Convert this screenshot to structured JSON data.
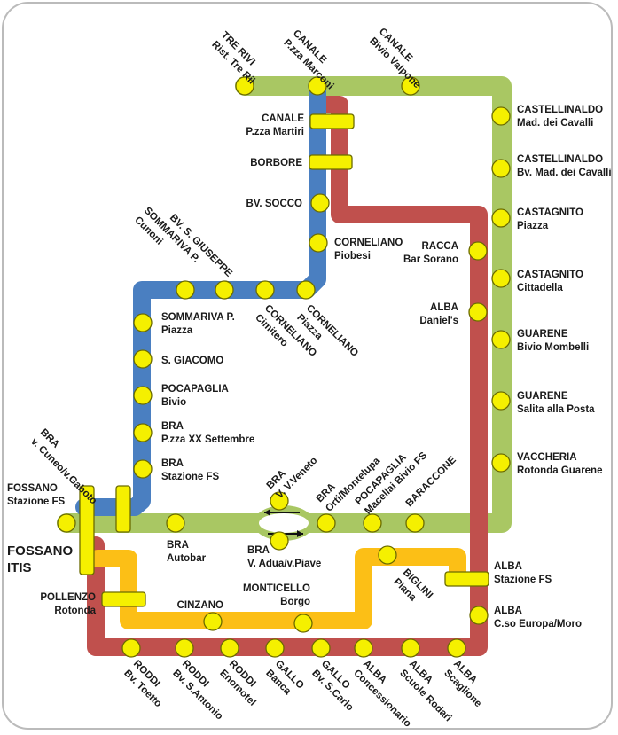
{
  "colors": {
    "green": "#a9c763",
    "blue": "#4a7fc1",
    "red": "#c0504d",
    "orange": "#fcbf16",
    "stop_fill": "#f5f000",
    "text": "#1a1a1a"
  },
  "lines": [
    {
      "name": "green-line",
      "color": "green"
    },
    {
      "name": "blue-line",
      "color": "blue"
    },
    {
      "name": "red-line",
      "color": "red"
    },
    {
      "name": "orange-line",
      "color": "orange"
    }
  ],
  "stops": {
    "tre_rivi": [
      "TRE RIVI",
      "Rist. Tre Rii"
    ],
    "canale_marconi": [
      "CANALE",
      "P.zza Marconi"
    ],
    "canale_valpone": [
      "CANALE",
      "Bivio Valpone"
    ],
    "canale_martiri": [
      "CANALE",
      "P.zza Martiri"
    ],
    "borbore": [
      "BORBORE"
    ],
    "bv_socco": [
      "BV. SOCCO"
    ],
    "corneliano_piobesi": [
      "CORNELIANO",
      "Piobesi"
    ],
    "racca": [
      "RACCA",
      "Bar Sorano"
    ],
    "alba_daniels": [
      "ALBA",
      "Daniel's"
    ],
    "sommariva_cunoni": [
      "SOMMARIVA P.",
      "Cunoni"
    ],
    "bv_s_giuseppe": [
      "BV. S. GIUSEPPE"
    ],
    "corneliano_cimitero": [
      "CORNELIANO",
      "Cimitero"
    ],
    "corneliano_piazza": [
      "CORNELIANO",
      "Piazza"
    ],
    "sommariva_piazza": [
      "SOMMARIVA P.",
      "Piazza"
    ],
    "s_giacomo": [
      "S. GIACOMO"
    ],
    "pocapaglia_bivio": [
      "POCAPAGLIA",
      "Bivio"
    ],
    "bra_xx": [
      "BRA",
      "P.zza XX Settembre"
    ],
    "bra_stazione": [
      "BRA",
      "Stazione FS"
    ],
    "bra_cuneo": [
      "BRA",
      "v. Cuneo/v.Gaboto"
    ],
    "fossano_stazione": [
      "FOSSANO",
      "Stazione FS"
    ],
    "fossano_itis": [
      "FOSSANO",
      "ITIS"
    ],
    "bra_autobar": [
      "BRA",
      "Autobar"
    ],
    "bra_veneto": [
      "BRA",
      "V. V.Veneto"
    ],
    "bra_adua": [
      "BRA",
      "V. Adua/v.Piave"
    ],
    "bra_orti": [
      "BRA",
      "Orti/Montelupa"
    ],
    "pocapaglia_macellai": [
      "POCAPAGLIA",
      "Macellai Bivio FS"
    ],
    "baraccone": [
      "BARACCONE"
    ],
    "castellinaldo_mad": [
      "CASTELLINALDO",
      "Mad. dei Cavalli"
    ],
    "castellinaldo_bv": [
      "CASTELLINALDO",
      "Bv. Mad. dei Cavalli"
    ],
    "castagnito_piazza": [
      "CASTAGNITO",
      "Piazza"
    ],
    "castagnito_cittadella": [
      "CASTAGNITO",
      "Cittadella"
    ],
    "guarene_mombelli": [
      "GUARENE",
      "Bivio Mombelli"
    ],
    "guarene_salita": [
      "GUARENE",
      "Salita alla Posta"
    ],
    "vaccheria": [
      "VACCHERIA",
      "Rotonda Guarene"
    ],
    "alba_stazione": [
      "ALBA",
      "Stazione FS"
    ],
    "alba_europa": [
      "ALBA",
      "C.so Europa/Moro"
    ],
    "pollenzo": [
      "POLLENZO",
      "Rotonda"
    ],
    "cinzano": [
      "CINZANO"
    ],
    "monticello": [
      "MONTICELLO",
      "Borgo"
    ],
    "biglini": [
      "BIGLINI",
      "Piana"
    ],
    "roddi_toetto": [
      "RODDI",
      "Bv. Toetto"
    ],
    "roddi_antonio": [
      "RODDI",
      "Bv. S.Antonio"
    ],
    "roddi_enomotel": [
      "RODDI",
      "Enomotel"
    ],
    "gallo_banca": [
      "GALLO",
      "Banca"
    ],
    "gallo_carlo": [
      "GALLO",
      "Bv. S.Carlo"
    ],
    "alba_concessionario": [
      "ALBA",
      "Concessionario"
    ],
    "alba_rodari": [
      "ALBA",
      "Scuole Rodari"
    ],
    "alba_scaglione": [
      "ALBA",
      "Scaglione"
    ]
  }
}
